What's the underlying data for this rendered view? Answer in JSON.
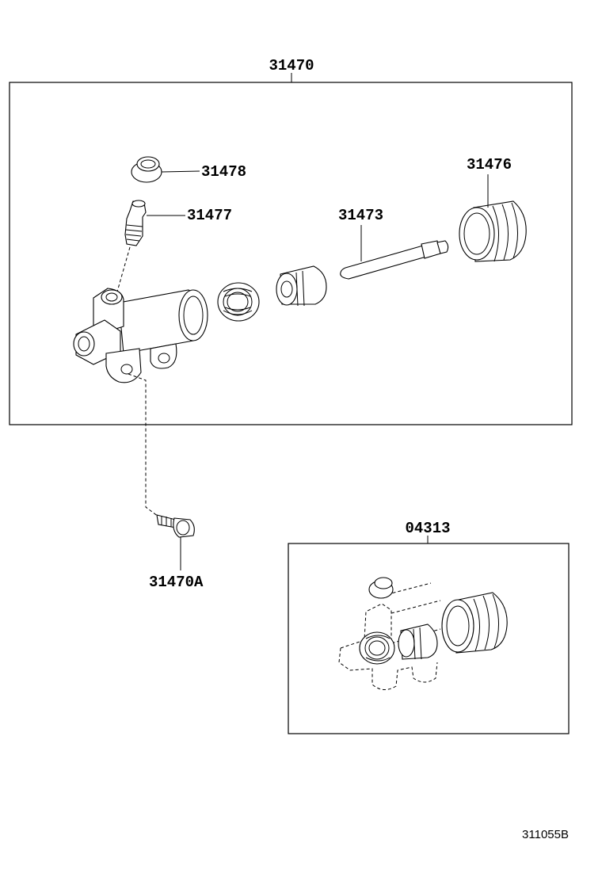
{
  "labels": {
    "assembly": "31470",
    "cap": "31478",
    "bleeder": "31477",
    "rod": "31473",
    "boot": "31476",
    "bolt": "31470A",
    "kit": "04313"
  },
  "drawing_code": "311055B"
}
